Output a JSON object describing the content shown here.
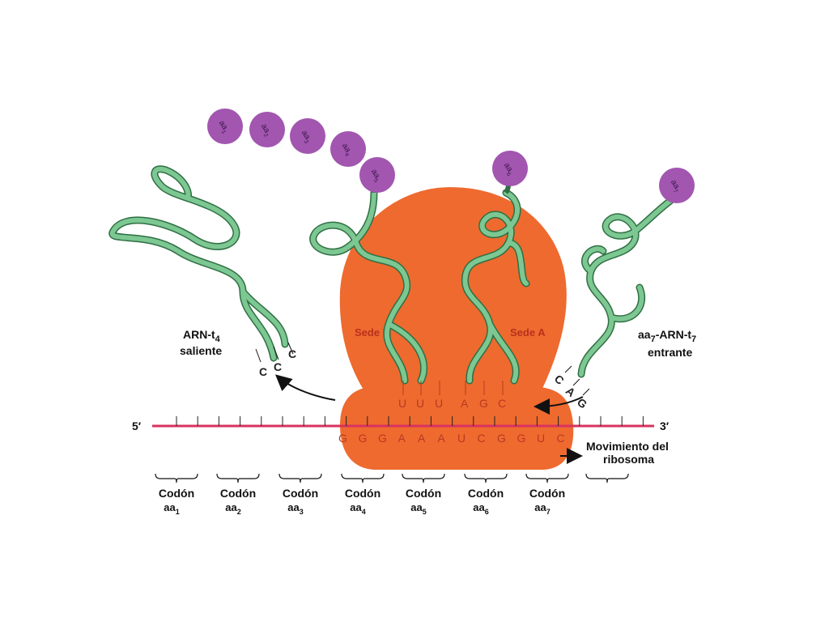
{
  "colors": {
    "ribosome": "#ee6a2f",
    "mrna": "#d9325f",
    "trna": "#7cc792",
    "trna_outline": "#2f6f43",
    "amino_acid": "#a256b0",
    "site_label": "#b8321c"
  },
  "mrna": {
    "five_prime": "5′",
    "three_prime": "3′",
    "bases": [
      "G",
      "G",
      "G",
      "A",
      "A",
      "A",
      "U",
      "C",
      "G",
      "G",
      "U",
      "C"
    ]
  },
  "sites": {
    "p_site": "Sede P",
    "a_site": "Sede A"
  },
  "anticodons": {
    "p_site": [
      "U",
      "U",
      "U"
    ],
    "a_site": [
      "A",
      "G",
      "C"
    ],
    "exiting": [
      "C",
      "C",
      "C"
    ],
    "incoming": [
      "C",
      "A",
      "G"
    ]
  },
  "chain": {
    "aa1": {
      "main": "aa",
      "sub": "1"
    },
    "aa2": {
      "main": "aa",
      "sub": "2"
    },
    "aa3": {
      "main": "aa",
      "sub": "3"
    },
    "aa4": {
      "main": "aa",
      "sub": "4"
    },
    "aa5": {
      "main": "aa",
      "sub": "5"
    },
    "aa6": {
      "main": "aa",
      "sub": "6"
    },
    "aa7": {
      "main": "aa",
      "sub": "7"
    }
  },
  "exiting_trna": {
    "line1_main": "ARN-t",
    "line1_sub": "4",
    "line2": "saliente"
  },
  "incoming_trna": {
    "line1_aa": "aa",
    "line1_aa_sub": "7",
    "line1_rest": "-ARN-t",
    "line1_sub": "7",
    "line2": "entrante"
  },
  "movement": {
    "line1": "Movimiento del",
    "line2": "ribosoma"
  },
  "codons": [
    {
      "label": "Codón",
      "aa": "aa",
      "sub": "1"
    },
    {
      "label": "Codón",
      "aa": "aa",
      "sub": "2"
    },
    {
      "label": "Codón",
      "aa": "aa",
      "sub": "3"
    },
    {
      "label": "Codón",
      "aa": "aa",
      "sub": "4"
    },
    {
      "label": "Codón",
      "aa": "aa",
      "sub": "5"
    },
    {
      "label": "Codón",
      "aa": "aa",
      "sub": "6"
    },
    {
      "label": "Codón",
      "aa": "aa",
      "sub": "7"
    }
  ]
}
